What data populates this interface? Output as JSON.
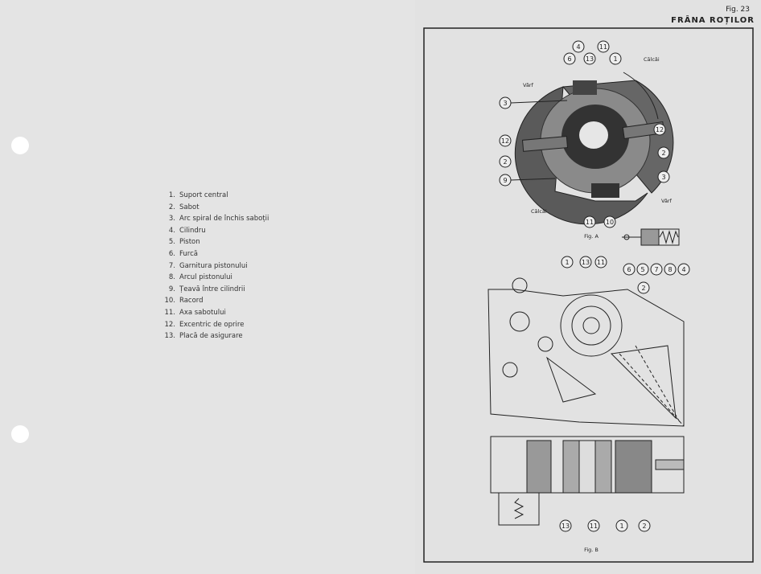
{
  "header": {
    "fig_number": "Fig. 23",
    "title": "FRÂNA ROȚILOR"
  },
  "legend": [
    {
      "n": "1.",
      "label": "Suport central"
    },
    {
      "n": "2.",
      "label": "Sabot"
    },
    {
      "n": "3.",
      "label": "Arc spiral de închis saboții"
    },
    {
      "n": "4.",
      "label": "Cilindru"
    },
    {
      "n": "5.",
      "label": "Piston"
    },
    {
      "n": "6.",
      "label": "Furcă"
    },
    {
      "n": "7.",
      "label": "Garnitura pistonului"
    },
    {
      "n": "8.",
      "label": "Arcul pistonului"
    },
    {
      "n": "9.",
      "label": "Țeavă între cilindrii"
    },
    {
      "n": "10.",
      "label": "Racord"
    },
    {
      "n": "11.",
      "label": "Axa sabotului"
    },
    {
      "n": "12.",
      "label": "Excentric de oprire"
    },
    {
      "n": "13.",
      "label": "Placă de asigurare"
    }
  ],
  "fig_a": {
    "caption": "Fig. A",
    "varf": "Vârf",
    "calcai": "Călcâi",
    "callouts": [
      "4",
      "11",
      "6",
      "13",
      "1",
      "3",
      "12",
      "12",
      "2",
      "2",
      "9",
      "3",
      "11",
      "10"
    ],
    "detail_callouts": [
      "6",
      "5",
      "7",
      "8",
      "4"
    ]
  },
  "fig_b": {
    "caption": "Fig. B",
    "top_callouts": [
      "1",
      "13",
      "11",
      "2"
    ],
    "bottom_callouts": [
      "13",
      "11",
      "1",
      "2"
    ]
  }
}
